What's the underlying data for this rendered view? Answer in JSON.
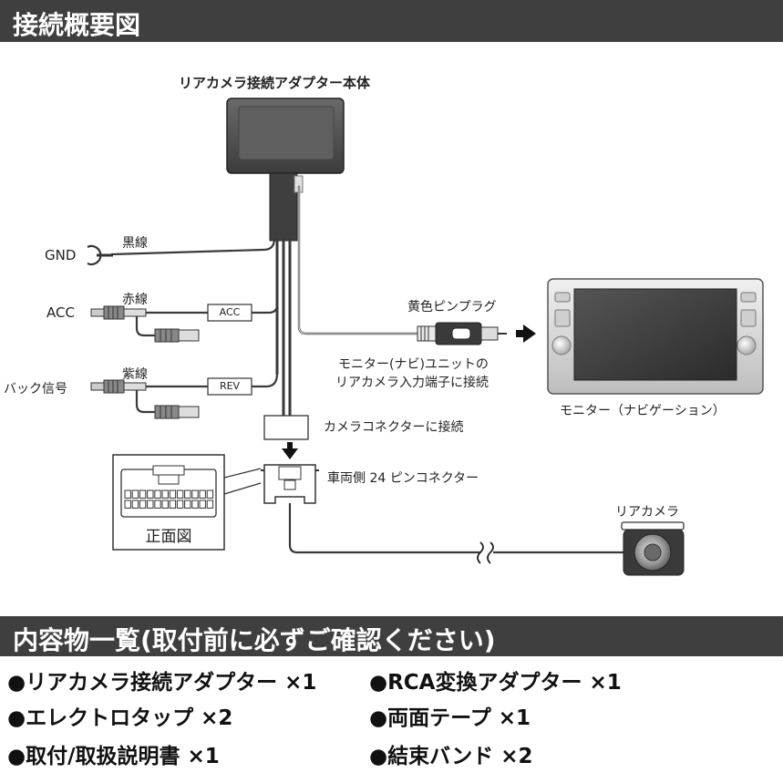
{
  "header_title": "接続概要図",
  "diagram": {
    "adapter_title": "リアカメラ接続アダプター本体",
    "gnd_label": "GND",
    "black_wire": "黒線",
    "acc_label": "ACC",
    "red_wire": "赤線",
    "acc_tag": "ACC",
    "back_label": "バック信号",
    "purple_wire": "紫線",
    "rev_tag": "REV",
    "yellow_plug": "黄色ピンプラグ",
    "monitor_note_line1": "モニター(ナビ)ユニットの",
    "monitor_note_line2": "リアカメラ入力端子に接続",
    "monitor_label": "モニター（ナビゲーション）",
    "camera_connector_note": "カメラコネクターに接続",
    "vehicle_connector": "車両側 24 ピンコネクター",
    "front_view": "正面図",
    "rear_camera": "リアカメラ"
  },
  "contents_title": "内容物一覧(取付前に必ずご確認ください)",
  "contents": [
    "●リアカメラ接続アダプター ×1",
    "●RCA変換アダプター ×1",
    "●エレクトロタップ ×2",
    "●両面テープ ×1",
    "●取付/取扱説明書 ×1",
    "●結束バンド ×2"
  ],
  "colors": {
    "header_bg": "#3f3f3f",
    "header_text": "#ffffff",
    "adapter_body": "#555555",
    "cable": "#3a3a3a"
  }
}
